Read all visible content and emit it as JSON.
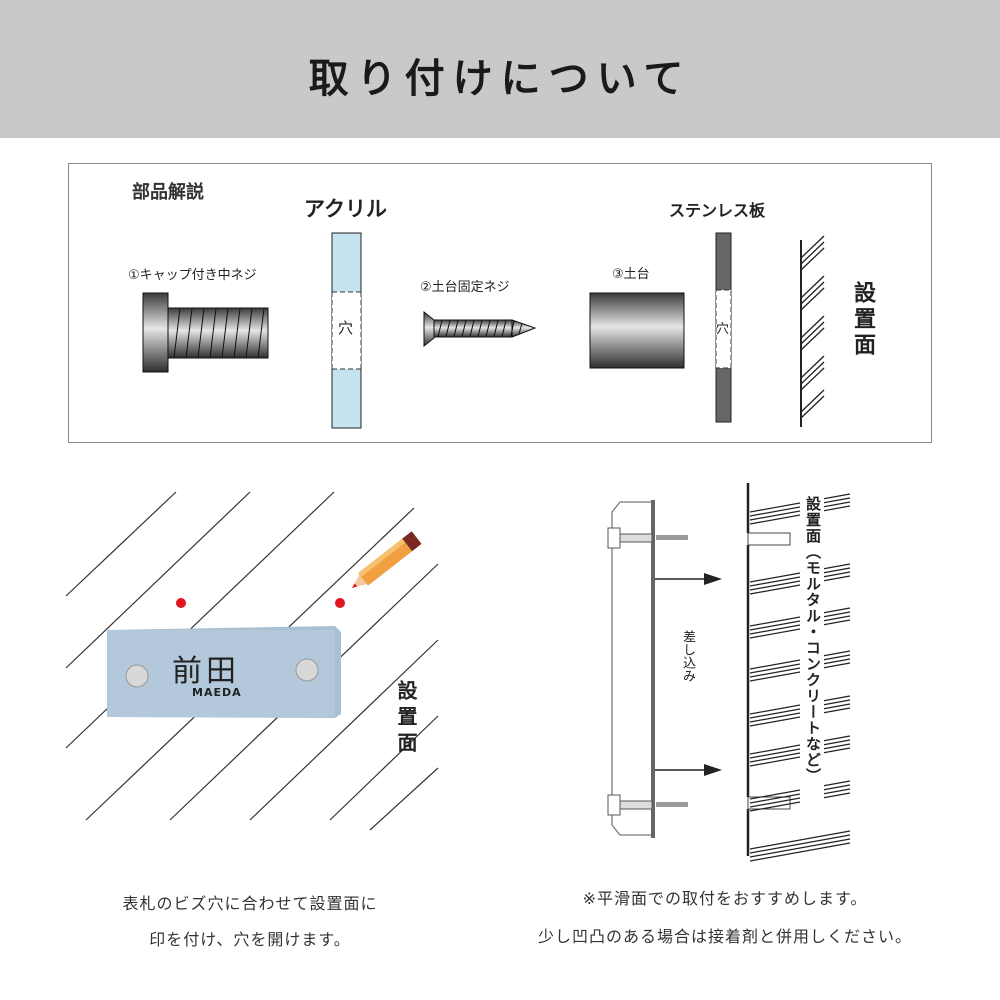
{
  "header": {
    "title": "取り付けについて"
  },
  "parts": {
    "heading": "部品解説",
    "acrylic_label": "アクリル",
    "stainless_label": "ステンレス板",
    "hole_label": "穴",
    "cap_screw_label": "①キャップ付き中ネジ",
    "base_screw_label": "②土台固定ネジ",
    "base_label": "③土台",
    "surface_label": "設置面"
  },
  "left_diagram": {
    "nameplate_kanji": "前田",
    "nameplate_romaji": "MAEDA",
    "surface_label": "設置面",
    "caption_line1": "表札のビズ穴に合わせて設置面に",
    "caption_line2": "印を付け、穴を開けます。"
  },
  "right_diagram": {
    "insert_label": "差し込み",
    "surface_label": "設置面（モルタル・コンクリートなど）",
    "caption_line1": "※平滑面での取付をおすすめします。",
    "caption_line2": "少し凹凸のある場合は接着剤と併用しください。"
  },
  "colors": {
    "header_bg": "#c9c9c9",
    "acrylic": "#c5e3f0",
    "plate": "#a9c0d3",
    "mark": "#e0141e"
  }
}
